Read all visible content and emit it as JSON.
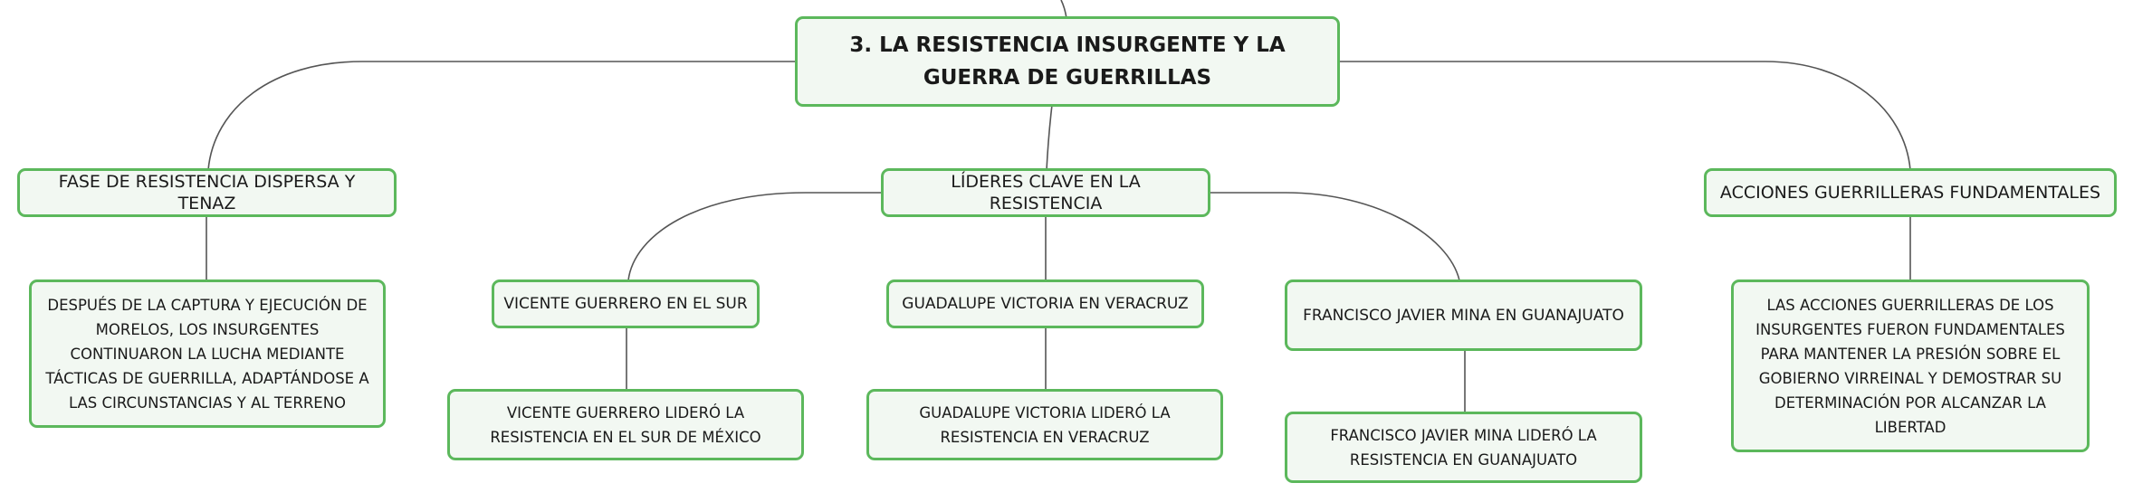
{
  "root": {
    "label": "3. LA RESISTENCIA INSURGENTE Y LA GUERRA DE GUERRILLAS"
  },
  "branches": {
    "fase": {
      "label": "FASE DE RESISTENCIA DISPERSA Y TENAZ",
      "detail": "DESPUÉS DE LA CAPTURA Y EJECUCIÓN DE MORELOS, LOS INSURGENTES CONTINUARON LA LUCHA MEDIANTE TÁCTICAS DE GUERRILLA, ADAPTÁNDOSE A LAS CIRCUNSTANCIAS Y AL TERRENO"
    },
    "lideres": {
      "label": "LÍDERES CLAVE EN LA RESISTENCIA",
      "children": [
        {
          "label": "VICENTE GUERRERO EN EL SUR",
          "detail": "VICENTE GUERRERO LIDERÓ LA RESISTENCIA EN EL SUR DE MÉXICO"
        },
        {
          "label": "GUADALUPE VICTORIA EN VERACRUZ",
          "detail": "GUADALUPE VICTORIA LIDERÓ LA RESISTENCIA EN VERACRUZ"
        },
        {
          "label": "FRANCISCO JAVIER MINA EN GUANAJUATO",
          "detail": "FRANCISCO JAVIER MINA LIDERÓ LA RESISTENCIA EN GUANAJUATO"
        }
      ]
    },
    "acciones": {
      "label": "ACCIONES GUERRILLERAS FUNDAMENTALES",
      "detail": "LAS ACCIONES GUERRILLERAS DE LOS INSURGENTES FUERON FUNDAMENTALES PARA MANTENER LA PRESIÓN SOBRE EL GOBIERNO VIRREINAL Y DEMOSTRAR SU DETERMINACIÓN POR ALCANZAR LA LIBERTAD"
    }
  },
  "colors": {
    "node_border": "#5cb85c",
    "node_fill": "#f2f8f2",
    "connector": "#555555"
  }
}
